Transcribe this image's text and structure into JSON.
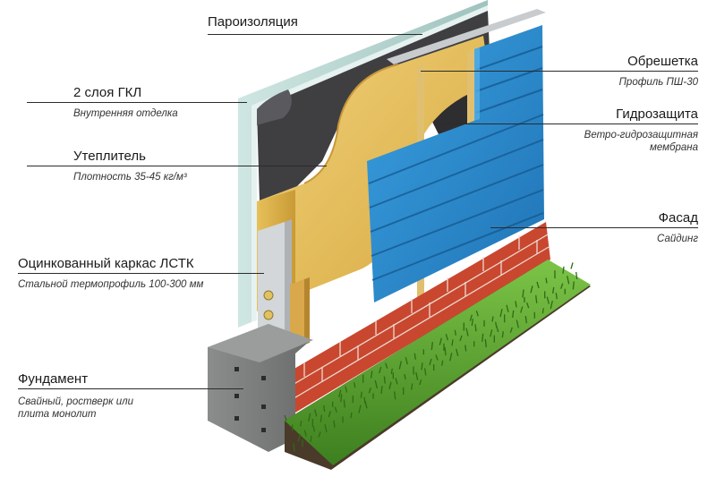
{
  "labels": {
    "vapor_barrier": {
      "title": "Пароизоляция"
    },
    "battens": {
      "title": "Обрешетка",
      "subtitle": "Профиль ПШ-30"
    },
    "drywall": {
      "title": "2 слоя ГКЛ",
      "subtitle": "Внутренняя отделка"
    },
    "waterproofing": {
      "title": "Гидрозащита",
      "subtitle_1": "Ветро-гидрозащитная",
      "subtitle_2": "мембрана"
    },
    "insulation": {
      "title": "Утеплитель",
      "subtitle": "Плотность 35-45 кг/м³"
    },
    "facade": {
      "title": "Фасад",
      "subtitle": "Сайдинг"
    },
    "frame": {
      "title": "Оцинкованный каркас ЛСТК",
      "subtitle": "Стальной термопрофиль 100-300 мм"
    },
    "foundation": {
      "title": "Фундамент",
      "subtitle_1": "Свайный, ростверк или",
      "subtitle_2": "плита монолит"
    }
  },
  "colors": {
    "vapor_membrane": "#3a3a3c",
    "drywall": "#b7d6d2",
    "insulation": "#e6bf55",
    "siding": "#2f8fd0",
    "brick": "#c2432d",
    "concrete": "#7c7f7d",
    "grass": "#4e9d2a",
    "steel": "#c9ccce"
  }
}
